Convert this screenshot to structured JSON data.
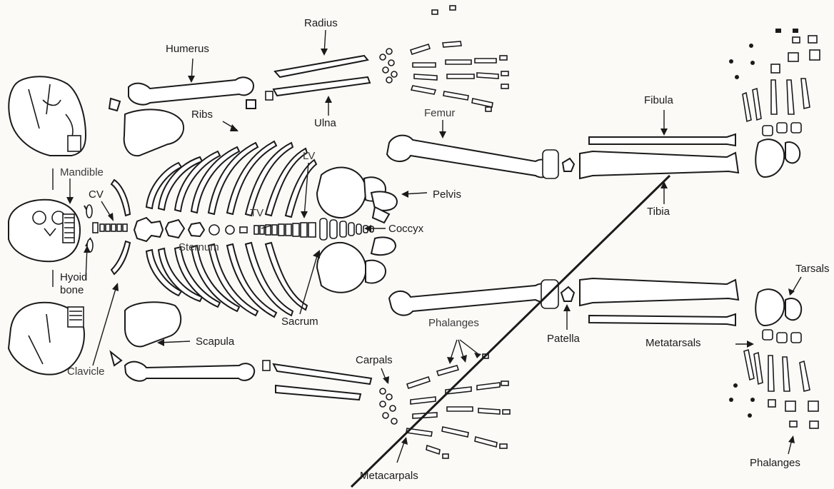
{
  "labels": {
    "humerus": "Humerus",
    "radius": "Radius",
    "ulna": "Ulna",
    "ribs": "Ribs",
    "femur": "Femur",
    "fibula": "Fibula",
    "mandible": "Mandible",
    "cv": "CV",
    "lv": "LV",
    "tv": "TV",
    "pelvis": "Pelvis",
    "tibia": "Tibia",
    "coccyx": "Coccyx",
    "sternum": "Sternum",
    "hyoid_line1": "Hyoid",
    "hyoid_line2": "bone",
    "sacrum": "Sacrum",
    "tarsals": "Tarsals",
    "phalanges_hand": "Phalanges",
    "patella": "Patella",
    "metatarsals": "Metatarsals",
    "carpals": "Carpals",
    "scapula": "Scapula",
    "clavicle": "Clavicle",
    "metacarpals": "Metacarpals",
    "phalanges_foot": "Phalanges"
  },
  "colors": {
    "ink": "#1a1a1a",
    "paper": "#fbfaf7"
  }
}
